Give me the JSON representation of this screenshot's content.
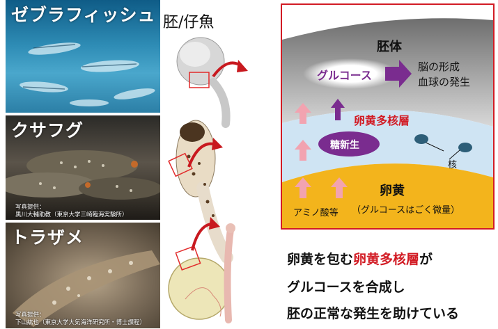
{
  "photos": [
    {
      "title": "ゼブラフィッシュ",
      "credit": []
    },
    {
      "title": "クサフグ",
      "credit": [
        "写真提供：",
        "黒川大輔助教（東京大学三崎臨海実験所）"
      ]
    },
    {
      "title": "トラザメ",
      "credit": [
        "写真提供：",
        "下山紘也（東京大学大気海洋研究所・博士課程）"
      ]
    }
  ],
  "embryo_heading": "胚/仔魚",
  "diagram": {
    "embryo_layer": "胚体",
    "glucose": "グルコース",
    "results": [
      "脳の形成",
      "血球の発生"
    ],
    "ysl": "卵黄多核層",
    "gluconeogenesis": "糖新生",
    "nucleus": "核",
    "yolk": "卵黄",
    "amino_acids": "アミノ酸等",
    "yolk_glucose": "（グルコースはごく微量）"
  },
  "summary": {
    "line1_pre": "卵黄を包む",
    "line1_hl": "卵黄多核層",
    "line1_post": "が",
    "line2": "グルコースを合成し",
    "line3": "胚の正常な発生を助けている"
  },
  "colors": {
    "accent_red": "#d21b24",
    "purple": "#7a2c8f",
    "pink": "#f2a3b0",
    "yolk": "#f3b41c",
    "ysl_blue": "#cfe4f3",
    "nucleus": "#2d5e78"
  }
}
